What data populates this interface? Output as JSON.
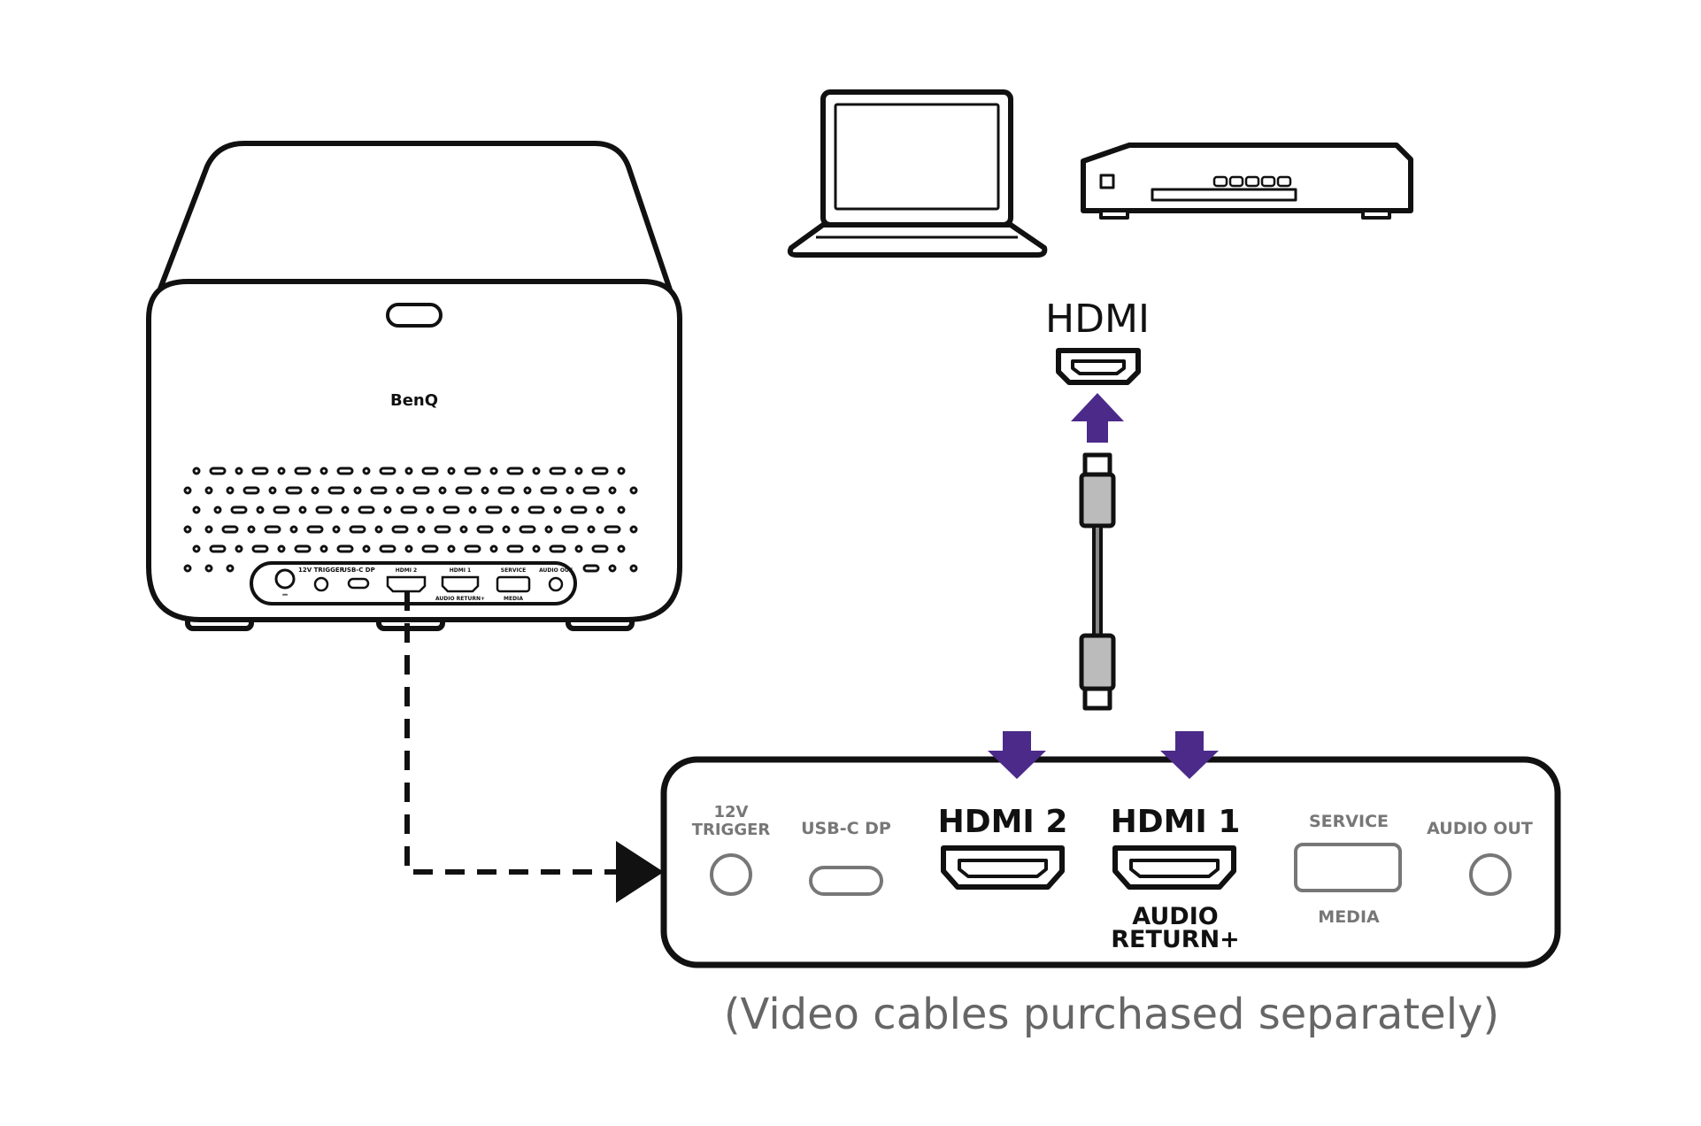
{
  "brand": {
    "logo": "BenQ"
  },
  "devices": {
    "laptop_icon": "laptop-icon",
    "player_icon": "media-player-icon",
    "projector_icon": "projector-icon"
  },
  "cable": {
    "label": "HDMI",
    "icon": "hdmi-cable-icon"
  },
  "projector_ports": {
    "trigger": "12V\nTRIGGER",
    "usbc": "USB-C DP",
    "hdmi2": "HDMI 2",
    "hdmi1": "HDMI 1",
    "service": "SERVICE",
    "audio_out": "AUDIO OUT",
    "media": "MEDIA",
    "audio_return": "AUDIO\nRETURN+"
  },
  "panel": {
    "trigger_line1": "12V",
    "trigger_line2": "TRIGGER",
    "usbc": "USB-C DP",
    "hdmi2": "HDMI 2",
    "hdmi1": "HDMI 1",
    "audio_return_line1": "AUDIO",
    "audio_return_line2": "RETURN+",
    "service": "SERVICE",
    "media": "MEDIA",
    "audio_out": "AUDIO OUT"
  },
  "caption": "(Video cables purchased separately)",
  "colors": {
    "accent": "#4b2a8a",
    "stroke": "#111111",
    "muted": "#777777"
  }
}
